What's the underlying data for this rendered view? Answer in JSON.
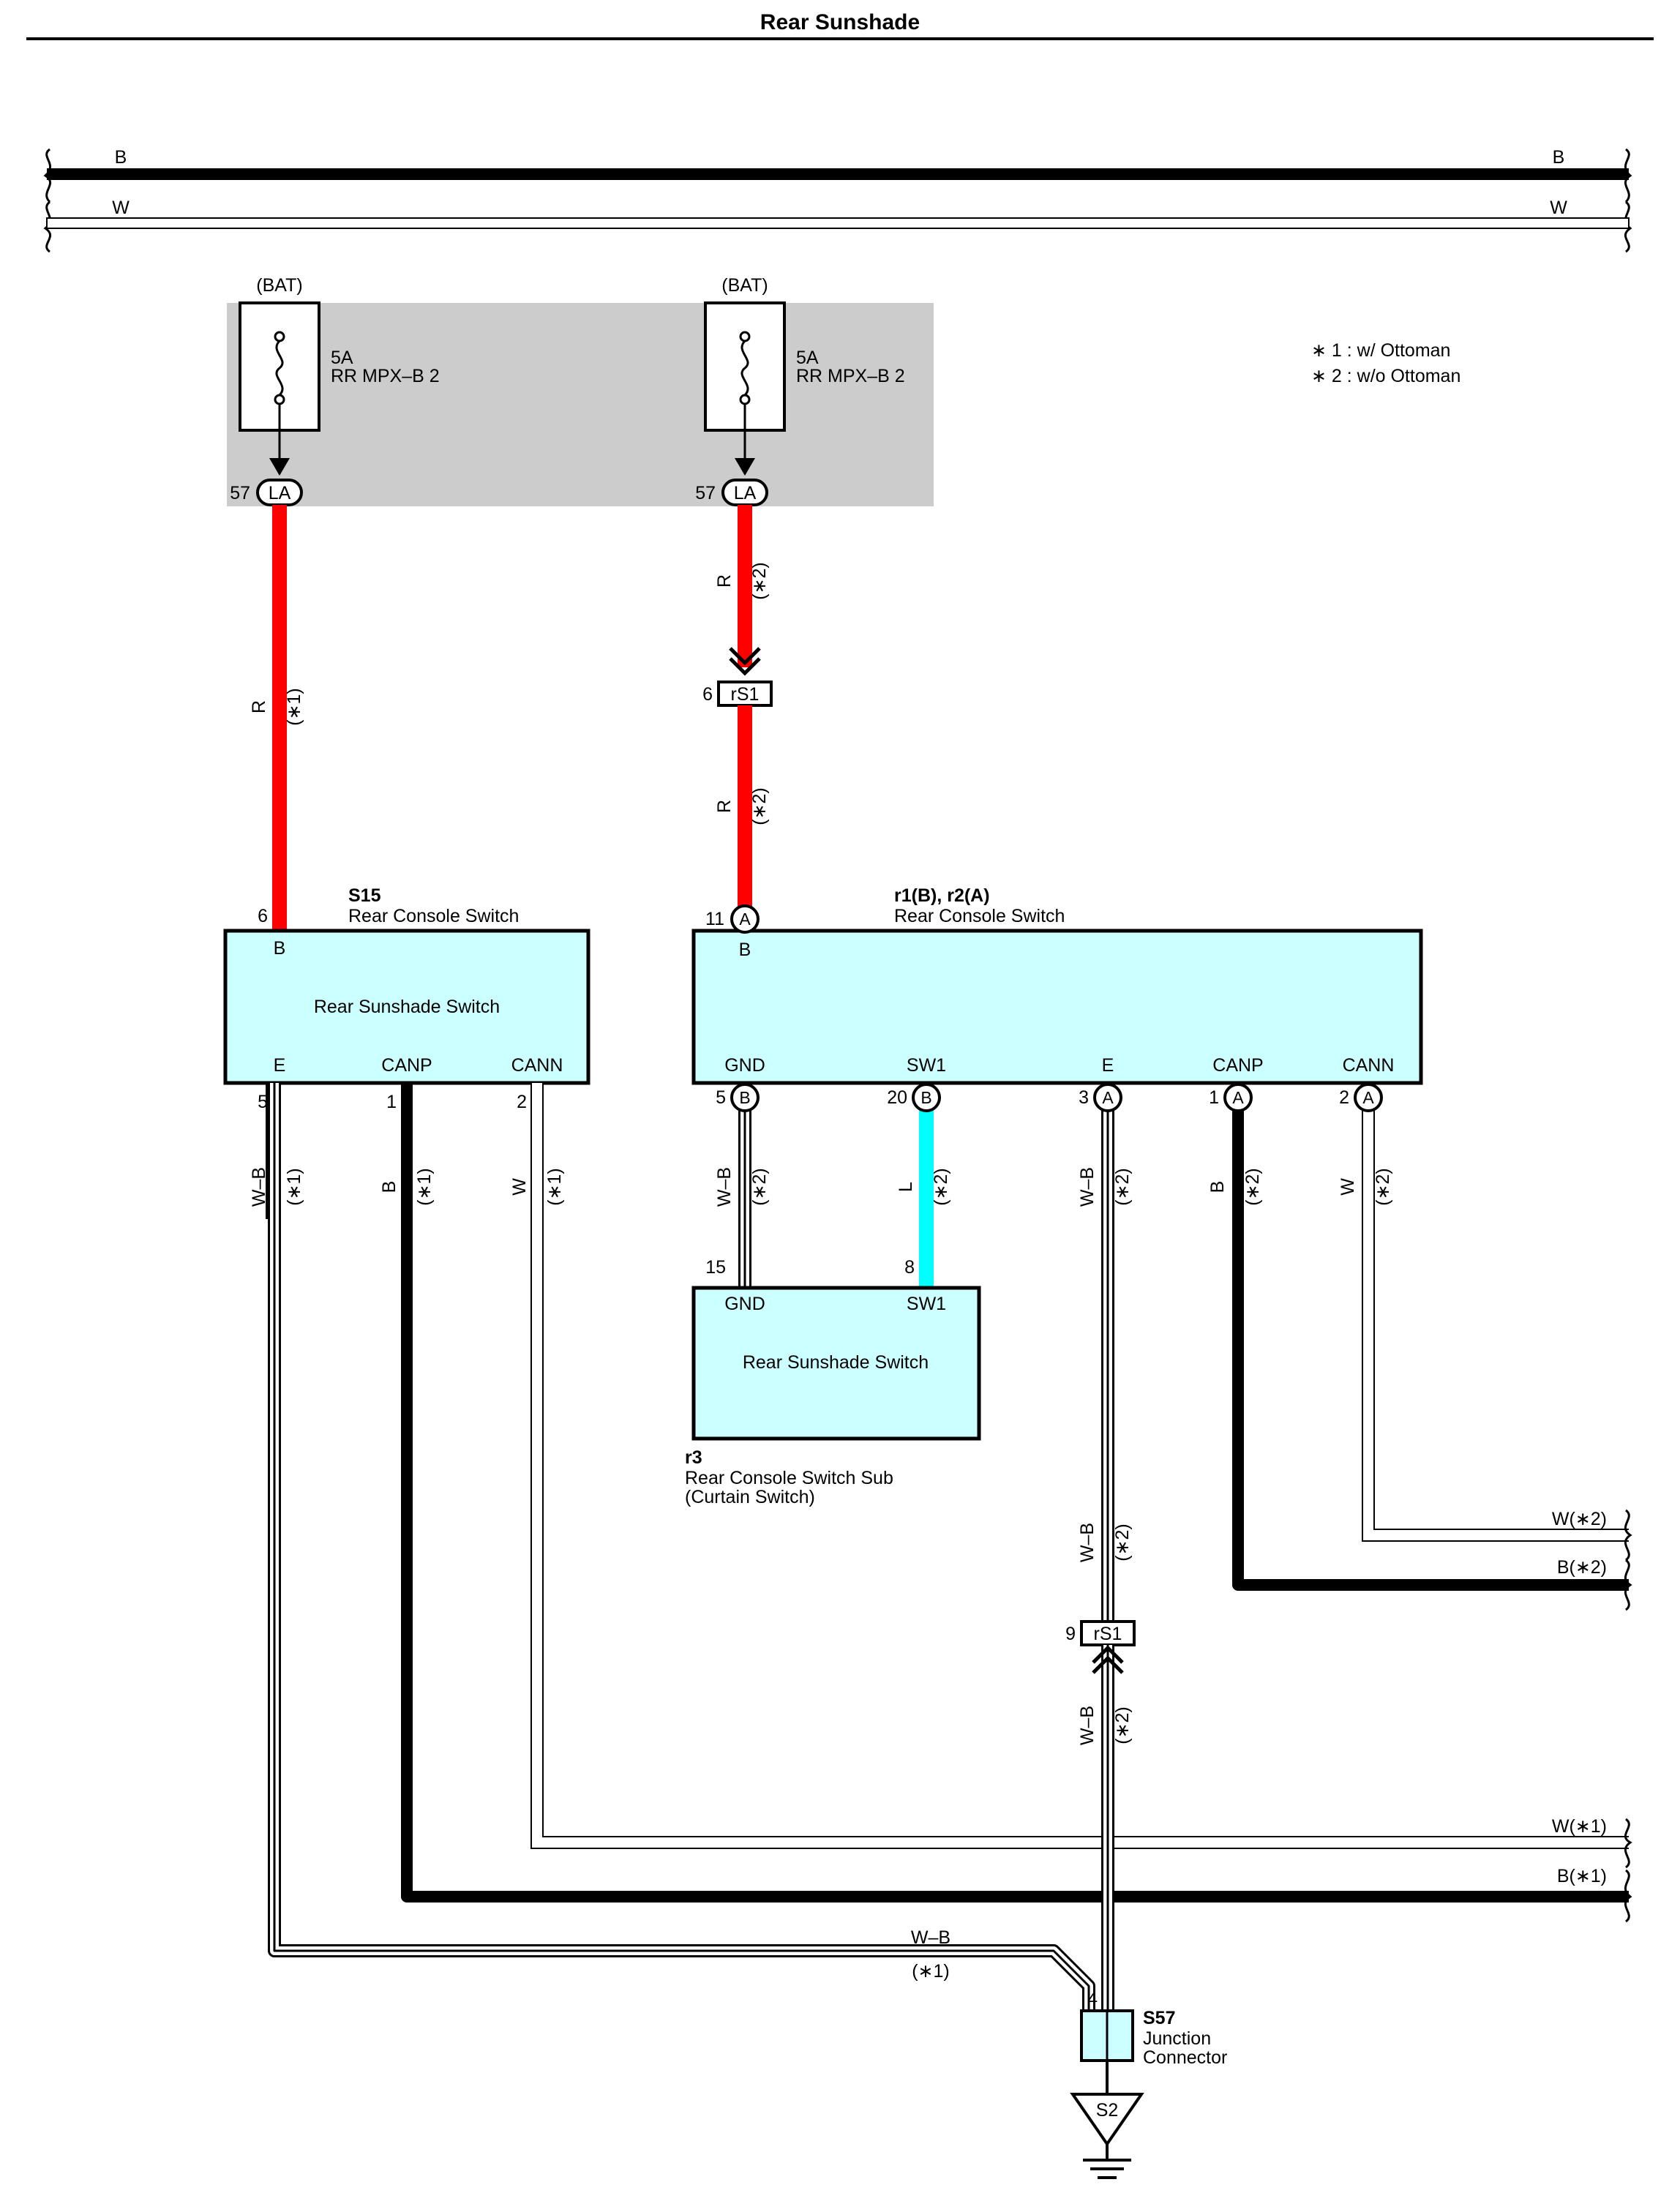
{
  "title": "Rear Sunshade",
  "notes": [
    "∗ 1 : w/ Ottoman",
    "∗ 2 : w/o Ottoman"
  ],
  "top_bus": {
    "b_left": "B",
    "b_right": "B",
    "w_left": "W",
    "w_right": "W"
  },
  "fuses": [
    {
      "source": "(BAT)",
      "rating": "5A",
      "name": "RR MPX–B 2",
      "pin": "57",
      "connector": "LA"
    },
    {
      "source": "(BAT)",
      "rating": "5A",
      "name": "RR MPX–B 2",
      "pin": "57",
      "connector": "LA"
    }
  ],
  "wires": {
    "r1_color": "R",
    "r1_note": "(∗1)",
    "r2a_color": "R",
    "r2a_note": "(∗2)",
    "r2b_color": "R",
    "r2b_note": "(∗2)",
    "s15_e_color": "W–B",
    "s15_e_note": "(∗1)",
    "s15_canp_color": "B",
    "s15_canp_note": "(∗1)",
    "s15_cann_color": "W",
    "s15_cann_note": "(∗1)",
    "r_gnd_color": "W–B",
    "r_gnd_note": "(∗2)",
    "r_sw1_color": "L",
    "r_sw1_note": "(∗2)",
    "r_e_color": "W–B",
    "r_e_note": "(∗2)",
    "r_canp_color": "B",
    "r_canp_note": "(∗2)",
    "r_cann_color": "W",
    "r_cann_note": "(∗2)",
    "r_e2_color": "W–B",
    "r_e2_note": "(∗2)",
    "r_e3_color": "W–B",
    "r_e3_note": "(∗2)",
    "s15_e_bottom_color": "W–B",
    "s15_e_bottom_note": "(∗1)"
  },
  "right_labels": {
    "w2": "W(∗2)",
    "b2": "B(∗2)",
    "w1": "W(∗1)",
    "b1": "B(∗1)"
  },
  "inline_connector": {
    "name": "rS1",
    "pin_top": "6",
    "pin_bottom": "9"
  },
  "s15": {
    "id": "S15",
    "title": "Rear Console Switch",
    "inner": "Rear Sunshade Switch",
    "pin_b_num": "6",
    "pin_b": "B",
    "pins": [
      {
        "num": "5",
        "name": "E"
      },
      {
        "num": "1",
        "name": "CANP"
      },
      {
        "num": "2",
        "name": "CANN"
      }
    ]
  },
  "r12": {
    "id": "r1(B), r2(A)",
    "title": "Rear Console Switch",
    "pin_b_num": "11",
    "pin_b_conn": "A",
    "pin_b": "B",
    "pins": [
      {
        "num": "5",
        "conn": "B",
        "name": "GND"
      },
      {
        "num": "20",
        "conn": "B",
        "name": "SW1"
      },
      {
        "num": "3",
        "conn": "A",
        "name": "E"
      },
      {
        "num": "1",
        "conn": "A",
        "name": "CANP"
      },
      {
        "num": "2",
        "conn": "A",
        "name": "CANN"
      }
    ]
  },
  "r3": {
    "id": "r3",
    "title": "Rear Console Switch Sub",
    "subtitle": "(Curtain Switch)",
    "inner": "Rear Sunshade Switch",
    "pins": [
      {
        "num": "15",
        "name": "GND"
      },
      {
        "num": "8",
        "name": "SW1"
      }
    ]
  },
  "s57": {
    "id": "S57",
    "line1": "Junction",
    "line2": "Connector",
    "pin": "4"
  },
  "ground": {
    "label": "S2"
  },
  "colors": {
    "red": "#ff0000",
    "cyan": "#00ffff",
    "box_fill": "#ccffff",
    "fuse_bg": "#cccccc"
  }
}
